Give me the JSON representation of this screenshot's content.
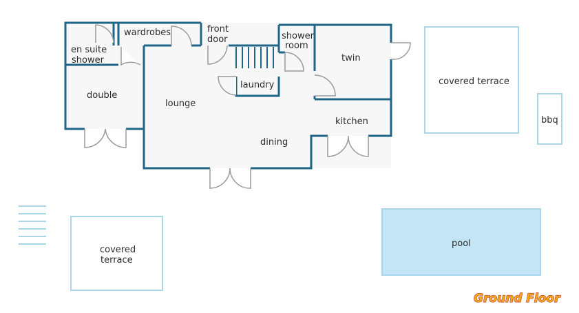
{
  "colors": {
    "wall": "#1f6587",
    "floor": "#f7f7f7",
    "door": "#9a9a9a",
    "outline": "#a9d6e8",
    "pool": "#c3e5f6",
    "title_fill": "#f2a81d",
    "title_stroke": "#c0392b"
  },
  "labels": {
    "wardrobes": "wardrobes",
    "front_door_1": "front",
    "front_door_2": "door",
    "en_suite_1": "en suite",
    "en_suite_2": "shower",
    "shower_room_1": "shower",
    "shower_room_2": "room",
    "twin": "twin",
    "covered_terrace_right": "covered terrace",
    "double": "double",
    "lounge": "lounge",
    "laundry": "laundry",
    "kitchen": "kitchen",
    "bbq": "bbq",
    "dining": "dining",
    "covered_terrace_left_1": "covered",
    "covered_terrace_left_2": "terrace",
    "pool": "pool",
    "floor_title": "Ground Floor"
  }
}
